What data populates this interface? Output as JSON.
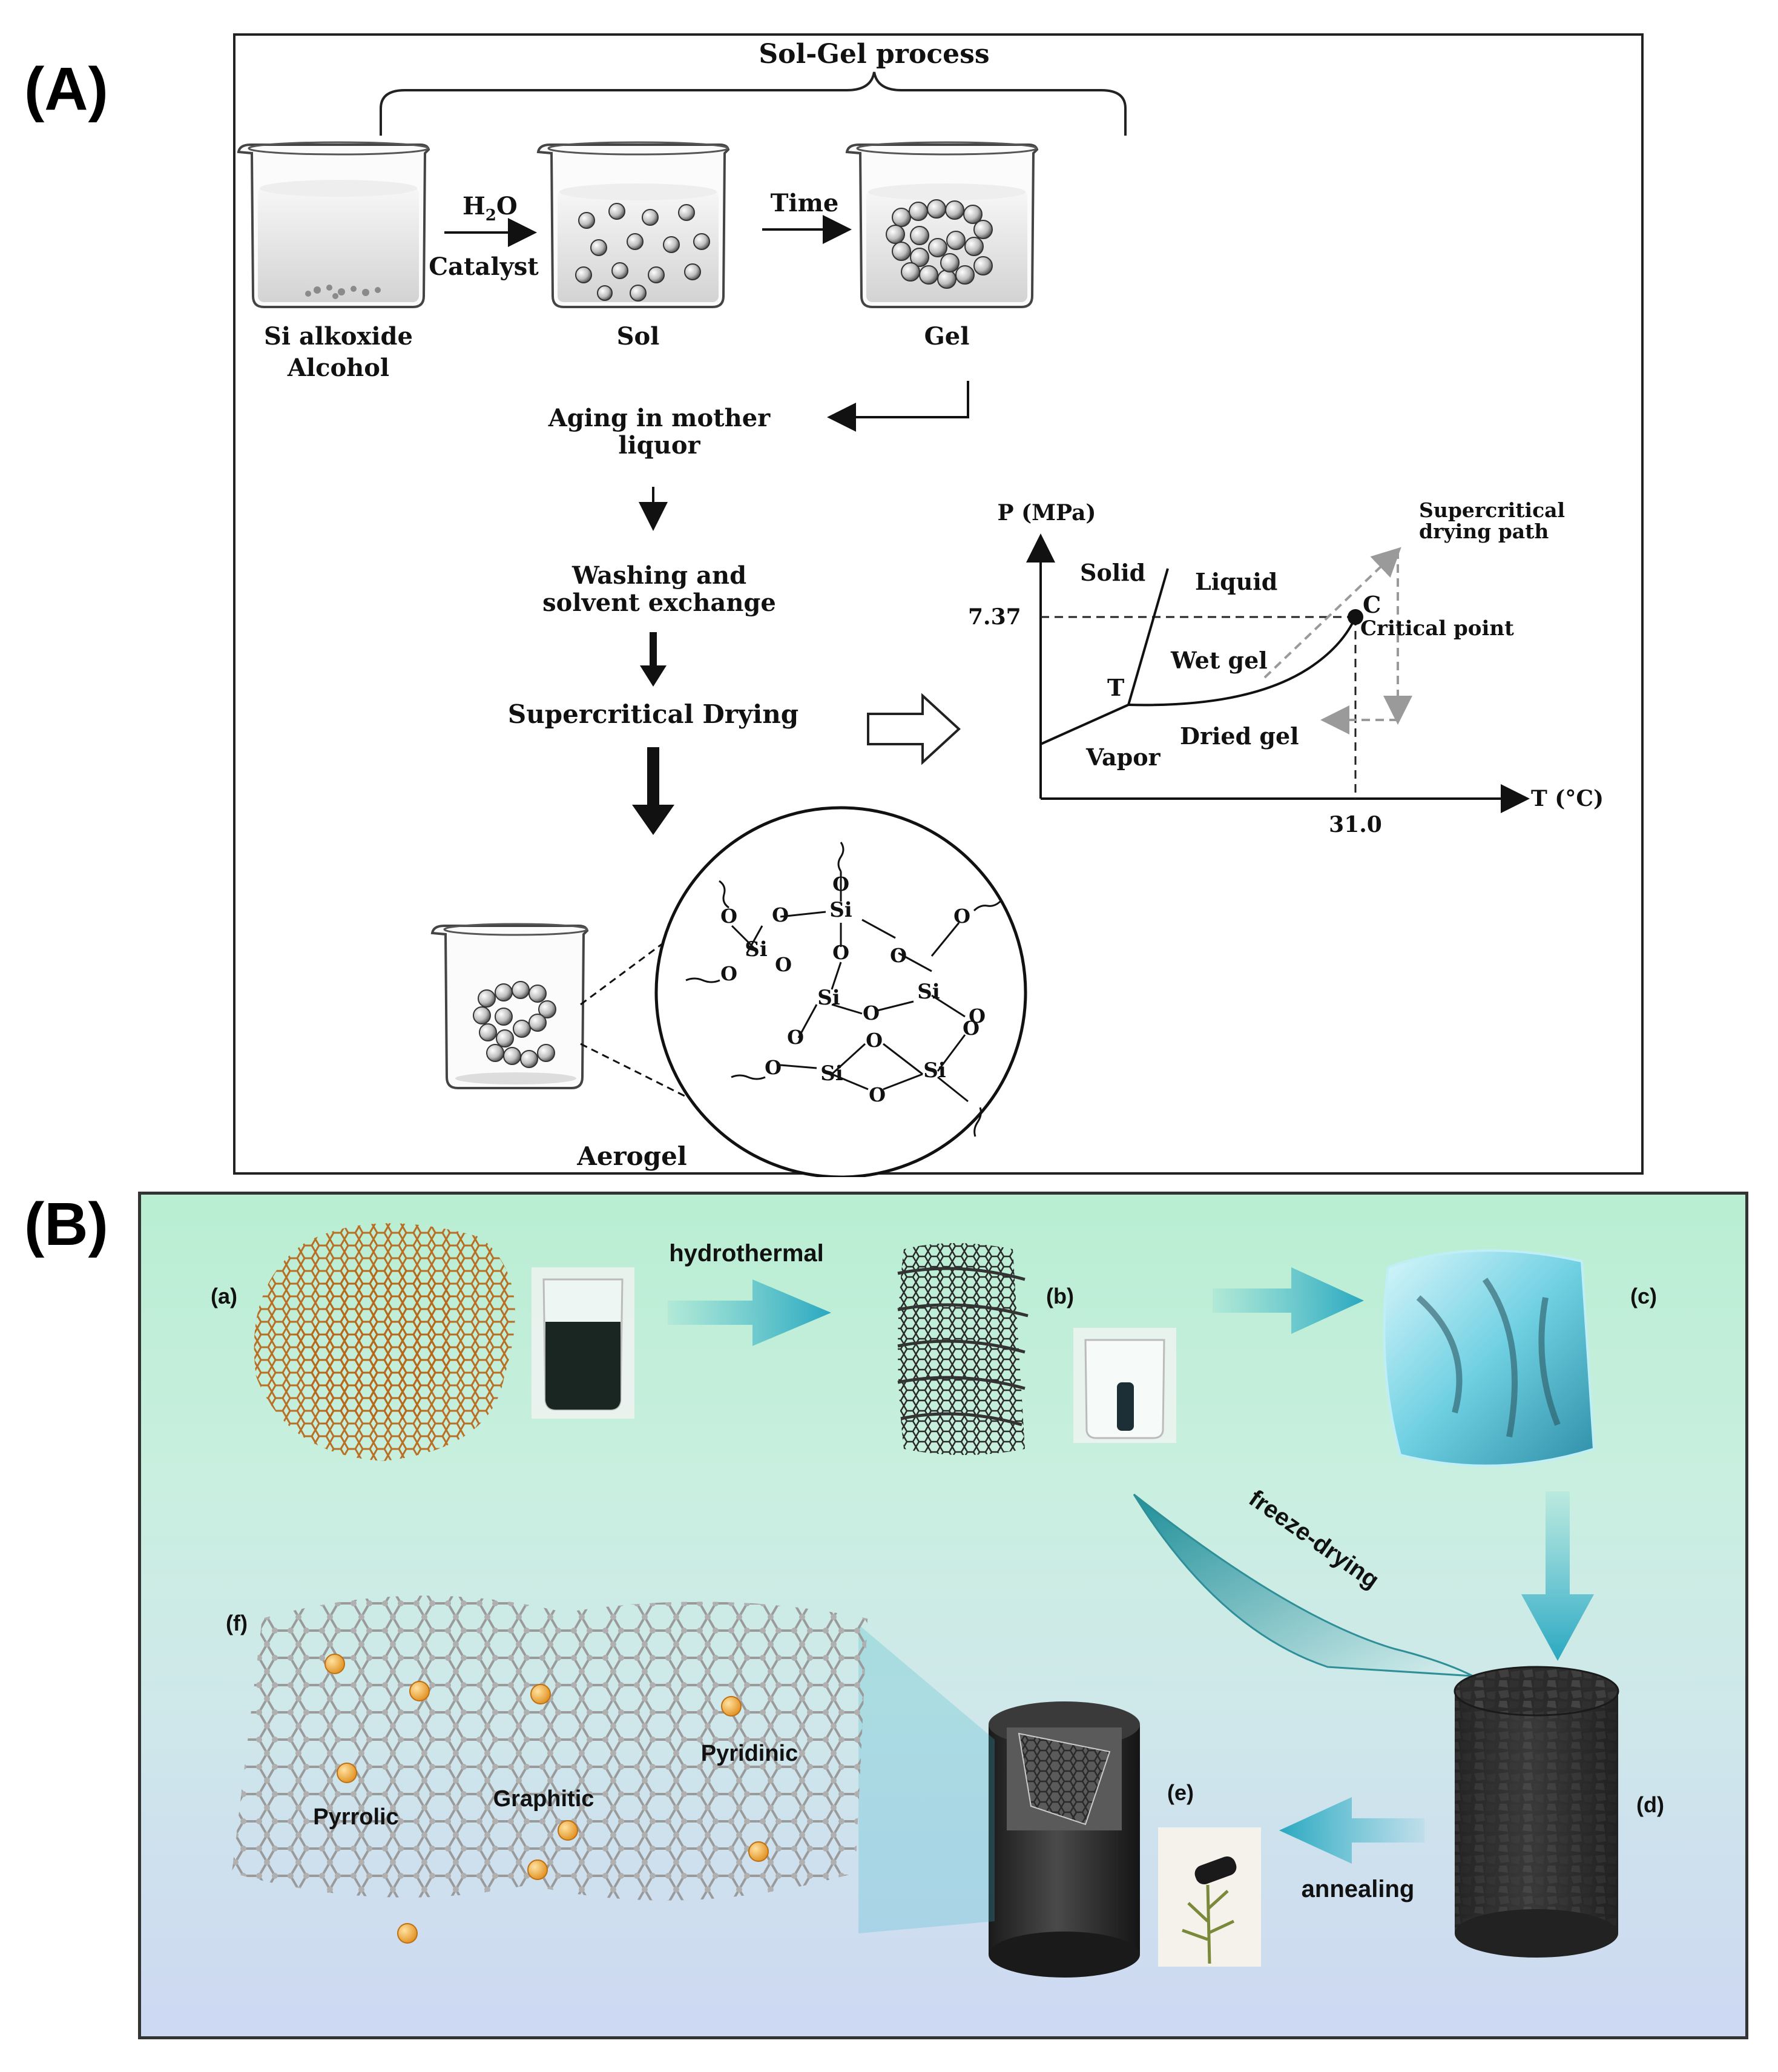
{
  "panel_a": {
    "label": "(A)",
    "title": "Sol-Gel process",
    "beakers": {
      "precursor_line1": "Si alkoxide",
      "precursor_line2": "Alcohol",
      "sol": "Sol",
      "gel": "Gel"
    },
    "arrow_h2o": "H",
    "arrow_h2o_sub": "2",
    "arrow_h2o_tail": "O",
    "arrow_catalyst": "Catalyst",
    "arrow_time": "Time",
    "steps": {
      "aging_line1": "Aging in mother",
      "aging_line2": "liquor",
      "washing_line1": "Washing and",
      "washing_line2": "solvent exchange",
      "drying": "Supercritical Drying",
      "aerogel": "Aerogel"
    },
    "phase_diagram": {
      "y_axis": "P (MPa)",
      "x_axis": "T (°C)",
      "pressure_tick": "7.37",
      "temperature_tick": "31.0",
      "solid": "Solid",
      "liquid": "Liquid",
      "vapor": "Vapor",
      "triple_point": "T",
      "critical_letter": "C",
      "critical_point": "Critical point",
      "wet_gel": "Wet gel",
      "dried_gel": "Dried gel",
      "path_line1": "Supercritical",
      "path_line2": "drying path"
    },
    "network": {
      "si": "Si",
      "o": "O"
    }
  },
  "panel_b": {
    "label": "(B)",
    "steps": {
      "a": "(a)",
      "b": "(b)",
      "c": "(c)",
      "d": "(d)",
      "e": "(e)",
      "f": "(f)"
    },
    "hydrothermal": "hydrothermal",
    "freeze_drying": "freeze-drying",
    "annealing": "annealing",
    "dopants": {
      "pyrrolic": "Pyrrolic",
      "graphitic": "Graphitic",
      "pyridinic": "Pyridinic"
    },
    "colors": {
      "arrow": "#3bb8cc",
      "dopant": "#f0a830",
      "carbon": "#9a9a9a",
      "graphene_oxide": "#b8681a"
    }
  }
}
